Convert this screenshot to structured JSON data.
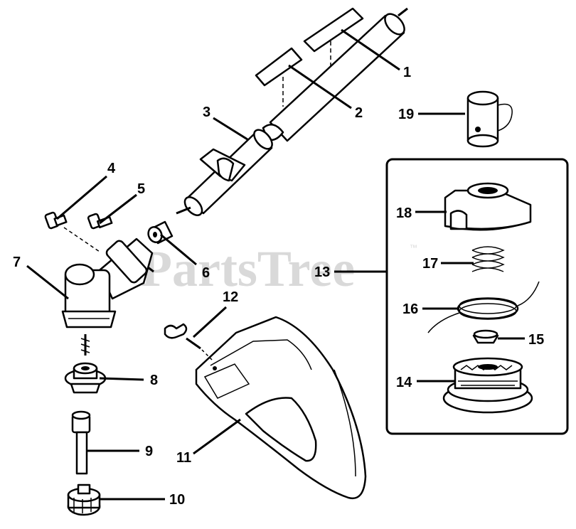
{
  "watermark": {
    "text": "PartsTree",
    "trademark": "™"
  },
  "callouts": {
    "p1": "1",
    "p2": "2",
    "p3": "3",
    "p4": "4",
    "p5": "5",
    "p6": "6",
    "p7": "7",
    "p8": "8",
    "p9": "9",
    "p10": "10",
    "p11": "11",
    "p12": "12",
    "p13": "13",
    "p14": "14",
    "p15": "15",
    "p16": "16",
    "p17": "17",
    "p18": "18",
    "p19": "19"
  }
}
